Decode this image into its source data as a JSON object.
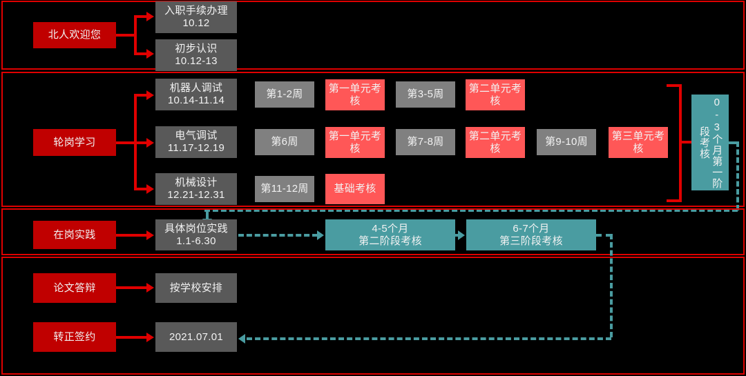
{
  "meta": {
    "title": "新员工培养路线图",
    "colors": {
      "frame_red": "#E00000",
      "label_red": "#C00000",
      "task_gray": "#595959",
      "week_gray": "#808080",
      "exam_pink": "#FF5757",
      "stage_teal": "#4A9CA1",
      "background": "#000000",
      "text": "#F2F2F2"
    }
  },
  "sections": [
    {
      "id": "onboarding",
      "label": "北人欢迎您",
      "nodes": [
        {
          "name": "induction",
          "text": "入职手续办理\n10.12"
        },
        {
          "name": "orientation",
          "text": "初步认识\n10.12-13"
        }
      ]
    },
    {
      "id": "rotation",
      "label": "轮岗学习",
      "rows": [
        {
          "task": "机器人调试\n10.14-11.14",
          "steps": [
            {
              "kind": "week",
              "text": "第1-2周"
            },
            {
              "kind": "exam",
              "text": "第一单元考核"
            },
            {
              "kind": "week",
              "text": "第3-5周"
            },
            {
              "kind": "exam",
              "text": "第二单元考核"
            }
          ]
        },
        {
          "task": "电气调试\n11.17-12.19",
          "steps": [
            {
              "kind": "week",
              "text": "第6周"
            },
            {
              "kind": "exam",
              "text": "第一单元考核"
            },
            {
              "kind": "week",
              "text": "第7-8周"
            },
            {
              "kind": "exam",
              "text": "第二单元考核"
            },
            {
              "kind": "week",
              "text": "第9-10周"
            },
            {
              "kind": "exam",
              "text": "第三单元考核"
            }
          ]
        },
        {
          "task": "机械设计\n12.21-12.31",
          "steps": [
            {
              "kind": "week",
              "text": "第11-12周"
            },
            {
              "kind": "exam",
              "text": "基础考核"
            }
          ]
        }
      ],
      "stage_gate": "0-3个月第一阶段考核"
    },
    {
      "id": "on-job",
      "label": "在岗实践",
      "task": "具体岗位实践\n1.1-6.30",
      "gates": [
        {
          "name": "stage-2",
          "text": "4-5个月\n第二阶段考核"
        },
        {
          "name": "stage-3",
          "text": "6-7个月\n第三阶段考核"
        }
      ]
    },
    {
      "id": "closing",
      "rows": [
        {
          "label": "论文答辩",
          "value": "按学校安排"
        },
        {
          "label": "转正签约",
          "value": "2021.07.01"
        }
      ]
    }
  ]
}
